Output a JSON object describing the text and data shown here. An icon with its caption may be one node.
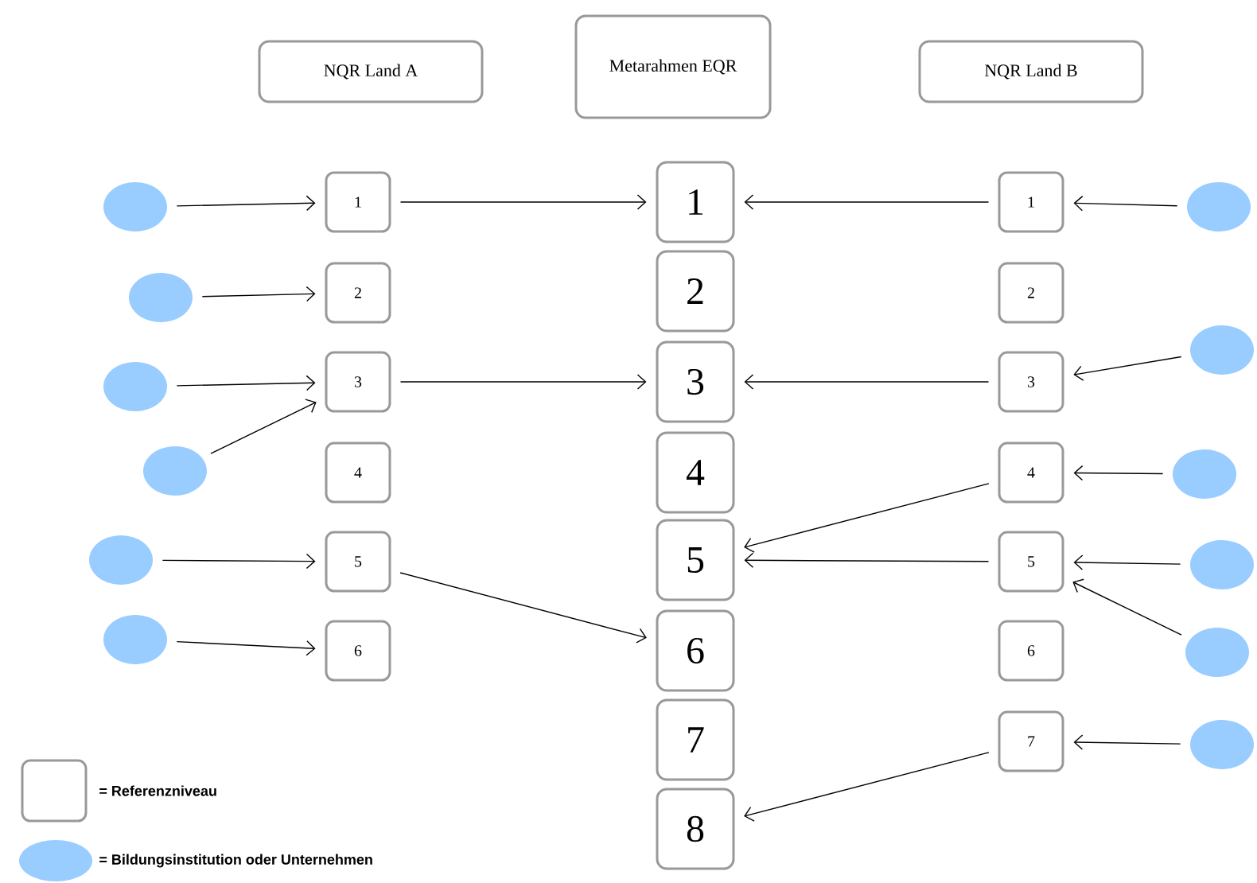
{
  "diagram": {
    "nodes": [
      {
        "text": [
          "NQR Land A"
        ]
      },
      {
        "text": [
          "Metarahmen EQR"
        ]
      },
      {
        "text": [
          "NQR Land B"
        ]
      },
      {
        "text": [
          "1"
        ]
      },
      {
        "text": [
          "2"
        ]
      },
      {
        "text": [
          "3"
        ]
      },
      {
        "text": [
          "4"
        ]
      },
      {
        "text": [
          "5"
        ]
      },
      {
        "text": [
          "6"
        ]
      },
      {
        "text": [
          "1"
        ]
      },
      {
        "text": [
          "2"
        ]
      },
      {
        "text": [
          "3"
        ]
      },
      {
        "text": [
          "4"
        ]
      },
      {
        "text": [
          "5"
        ]
      },
      {
        "text": [
          "6"
        ]
      },
      {
        "text": [
          "7"
        ]
      },
      {
        "text": [
          "8"
        ]
      },
      {
        "text": [
          "1"
        ]
      },
      {
        "text": [
          "2"
        ]
      },
      {
        "text": [
          "3"
        ]
      },
      {
        "text": [
          "4"
        ]
      },
      {
        "text": [
          "5"
        ]
      },
      {
        "text": [
          "6"
        ]
      },
      {
        "text": [
          "7"
        ]
      },
      {
        "text": [],
        "shape": "circle"
      },
      {
        "text": [],
        "shape": "circle"
      },
      {
        "text": [],
        "shape": "circle"
      },
      {
        "text": [],
        "shape": "circle"
      },
      {
        "text": [],
        "shape": "circle"
      },
      {
        "text": [],
        "shape": "circle"
      },
      {
        "text": [],
        "shape": "circle"
      },
      {
        "text": [],
        "shape": "circle"
      },
      {
        "text": [],
        "shape": "circle"
      },
      {
        "text": [],
        "shape": "circle"
      },
      {
        "text": [],
        "shape": "circle"
      },
      {
        "text": [],
        "shape": "circle"
      }
    ],
    "edges": [
      {
        "from": 24,
        "to": 3,
        "arrow": "to"
      },
      {
        "from": 25,
        "to": 4,
        "arrow": "to"
      },
      {
        "from": 26,
        "to": 5,
        "arrow": "to"
      },
      {
        "from": 27,
        "to": 5,
        "arrow": "to"
      },
      {
        "from": 28,
        "to": 7,
        "arrow": "to"
      },
      {
        "from": 29,
        "to": 8,
        "arrow": "to"
      },
      {
        "from": 3,
        "to": 9,
        "arrow": "to"
      },
      {
        "from": 5,
        "to": 11,
        "arrow": "to"
      },
      {
        "from": 7,
        "to": 14,
        "arrow": "to"
      },
      {
        "from": 17,
        "to": 9,
        "arrow": "to"
      },
      {
        "from": 19,
        "to": 11,
        "arrow": "to"
      },
      {
        "from": 20,
        "to": 13,
        "arrow": "to"
      },
      {
        "from": 21,
        "to": 13,
        "arrow": "to"
      },
      {
        "from": 23,
        "to": 16,
        "arrow": "to"
      },
      {
        "from": 30,
        "to": 17,
        "arrow": "to"
      },
      {
        "from": 31,
        "to": 19,
        "arrow": "to"
      },
      {
        "from": 32,
        "to": 20,
        "arrow": "to"
      },
      {
        "from": 33,
        "to": 21,
        "arrow": "to"
      },
      {
        "from": 34,
        "to": 21,
        "arrow": "to"
      },
      {
        "from": 35,
        "to": 23,
        "arrow": "to"
      }
    ],
    "legend": [
      {
        "text": "= Referenzniveau"
      },
      {
        "text": "= Bildungsinstitution oder Unternehmen",
        "color": "#99ccff"
      }
    ]
  }
}
